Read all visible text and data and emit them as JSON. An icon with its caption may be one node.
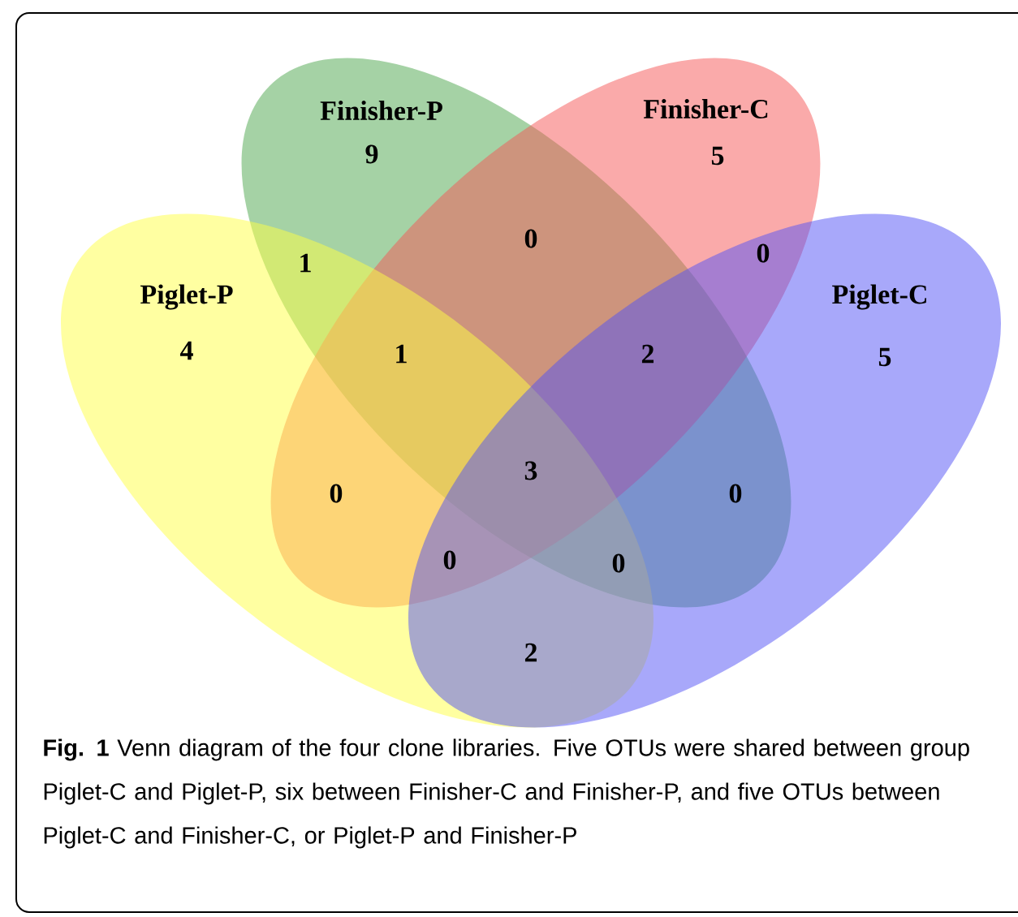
{
  "diagram": {
    "caption": "**Fig. 1** Venn diagram of the four clone libraries. Five OTUs were shared between group Piglet-C and Piglet-P, six between Finisher-C and Finisher-P, and five OTUs between Piglet-C and Finisher-C, or Piglet-P and Finisher-P",
    "nodes": [
      {
        "text": [
          "Finisher-P",
          "9"
        ]
      },
      {
        "text": [
          "Finisher-C",
          "5"
        ]
      },
      {
        "text": [
          "Piglet-P",
          "4"
        ]
      },
      {
        "text": [
          "Piglet-C",
          "5"
        ]
      }
    ],
    "labels": [
      "0",
      "0",
      "1",
      "1",
      "2",
      "3",
      "0",
      "0",
      "0",
      "0",
      "2"
    ]
  }
}
